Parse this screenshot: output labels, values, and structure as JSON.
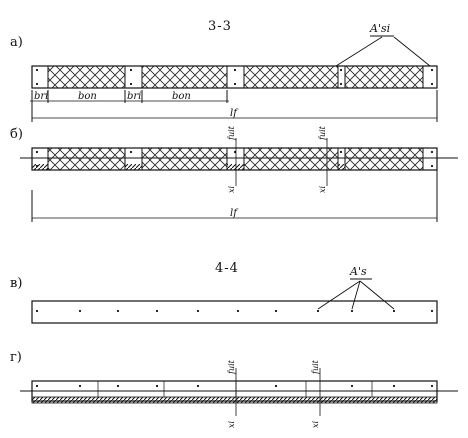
{
  "panels": {
    "a": {
      "letter": "а)",
      "section": "3-3",
      "rebar": "A'si",
      "web_width": "bri",
      "flange_width": "bon",
      "total_width": "lf"
    },
    "b": {
      "letter": "б)",
      "stress_top": "fuit",
      "x_label": "xi",
      "total_width": "lf"
    },
    "v": {
      "letter": "в)",
      "section": "4-4",
      "rebar": "A's"
    },
    "g": {
      "letter": "г)",
      "stress_top": "fuit",
      "x_label": "xi"
    }
  }
}
